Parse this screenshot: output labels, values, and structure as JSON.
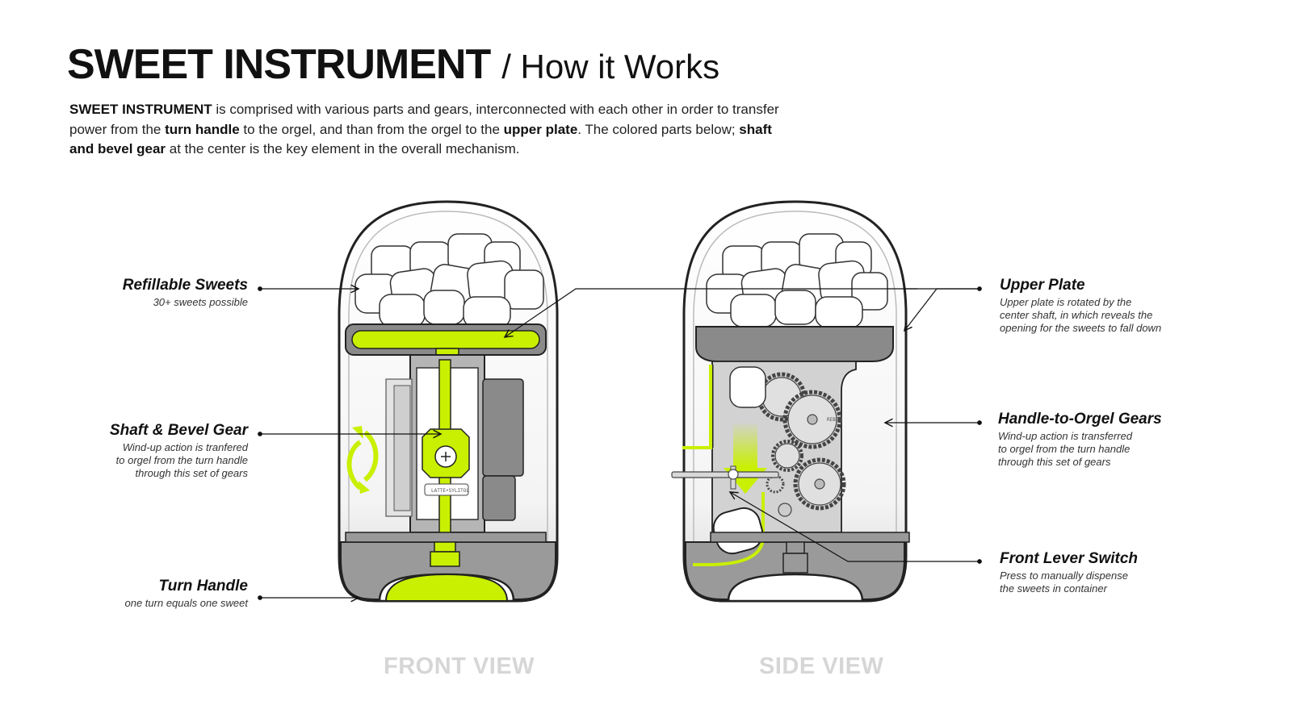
{
  "header": {
    "title": "SWEET INSTRUMENT",
    "subtitle": "/ How it Works"
  },
  "intro": {
    "p1_bold": "SWEET INSTRUMENT",
    "p2": " is comprised with various parts and gears, interconnected with each other in order to transfer power from the ",
    "p3_bold": "turn handle",
    "p4": " to the orgel, and than from the orgel to the ",
    "p5_bold": "upper plate",
    "p6": ". The colored parts below; ",
    "p7_bold": "shaft and bevel gear",
    "p8": " at the center is the key element in the overall mechanism."
  },
  "callouts": {
    "refillable_sweets": {
      "title": "Refillable Sweets",
      "desc": "30+ sweets possible"
    },
    "shaft_bevel": {
      "title": "Shaft & Bevel Gear",
      "desc1": "Wind-up action is tranfered",
      "desc2": "to orgel from the turn handle",
      "desc3": "through this set of gears"
    },
    "turn_handle": {
      "title": "Turn Handle",
      "desc": "one turn equals one sweet"
    },
    "upper_plate": {
      "title": "Upper Plate",
      "desc1": "Upper plate is rotated by the",
      "desc2": "center shaft, in which reveals the",
      "desc3": "opening for the sweets to fall down"
    },
    "handle_orgel": {
      "title": "Handle-to-Orgel Gears",
      "desc1": "Wind-up action is transferred",
      "desc2": "to orgel from the turn handle",
      "desc3": "through this set of gears"
    },
    "front_lever": {
      "title": "Front Lever Switch",
      "desc1": "Press to manually dispense",
      "desc2": "the sweets in container"
    }
  },
  "views": {
    "front": "FRONT VIEW",
    "side": "SIDE VIEW"
  },
  "colors": {
    "accent": "#c8f000",
    "accent_stroke": "#8fb000",
    "body_gray": "#8a8a8a",
    "view_label": "#d6d6d6"
  }
}
